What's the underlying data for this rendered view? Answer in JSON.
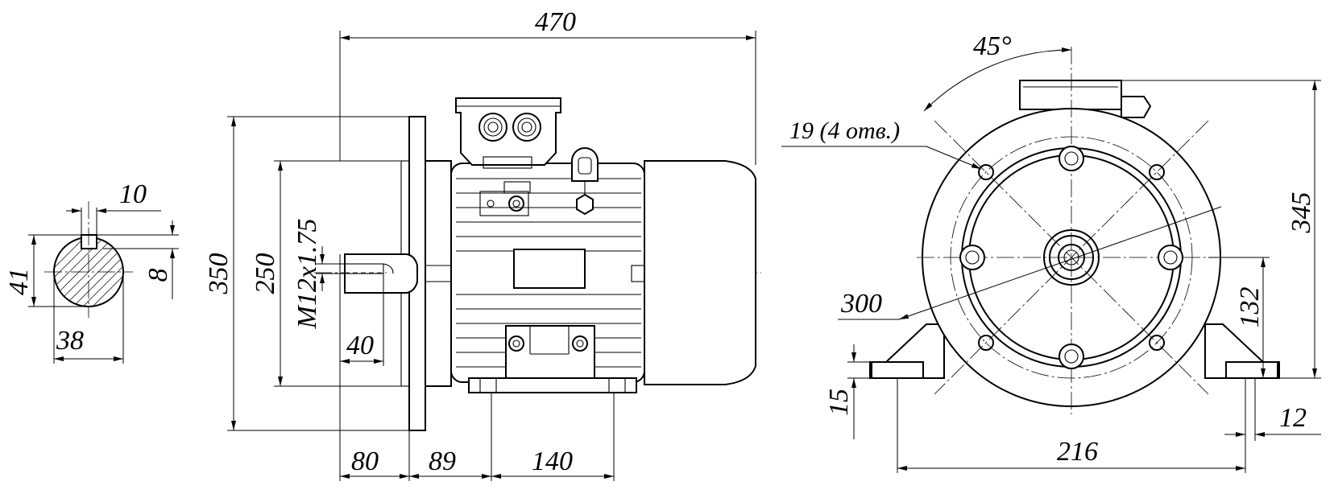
{
  "dimensions": {
    "shaft_key_width": "10",
    "shaft_key_height": "8",
    "shaft_section_height": "41",
    "shaft_diameter": "38",
    "overall_length": "470",
    "flange_outer": "350",
    "flange_spigot": "250",
    "center_thread": "M12x1.75",
    "shaft_length": "40",
    "shaft_extension": "80",
    "flange_to_foot": "89",
    "foot_distance": "140",
    "mount_holes": "19 (4 отв.)",
    "hole_angle": "45°",
    "bolt_circle": "300",
    "overall_height": "345",
    "shaft_height": "132",
    "foot_thickness": "15",
    "foot_hole": "12",
    "foot_width": "216"
  }
}
